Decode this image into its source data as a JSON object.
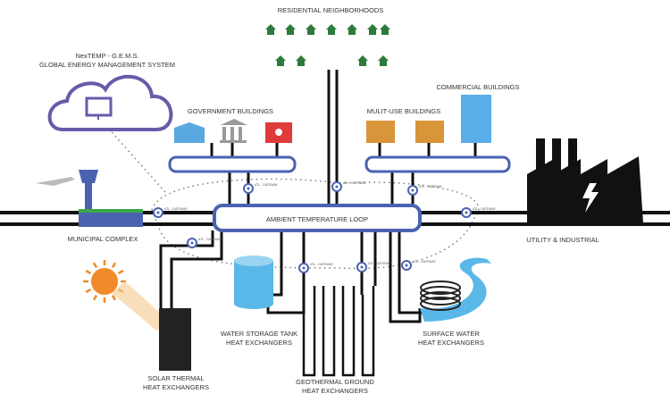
{
  "labels": {
    "residential": "RESIDENTIAL NEIGHBORHOODS",
    "gems_line1": "NexTEMP - G.E.M.S.",
    "gems_line2": "GLOBAL ENERGY MANAGEMENT SYSTEM",
    "government": "GOVERNMENT BUILDINGS",
    "multiuse": "MULIT-USE BUILDINGS",
    "commercial": "COMMERCIAL BUILDINGS",
    "loop": "AMBIENT TEMPERATURE LOOP",
    "municipal": "MUNICIPAL COMPLEX",
    "utility": "UTILITY & INDUSTRIAL",
    "solar_line1": "SOLAR THERMAL",
    "solar_line2": "HEAT EXCHANGERS",
    "tank_line1": "WATER STORAGE TANK",
    "tank_line2": "HEAT EXCHANGERS",
    "geo_line1": "GEOTHERMAL GROUND",
    "geo_line2": "HEAT EXCHANGERS",
    "surface_line1": "SURFACE WATER",
    "surface_line2": "HEAT EXCHANGERS",
    "gateway": "ATL - GATEWAY"
  },
  "colors": {
    "loop_blue": "#4a62b0",
    "cloud_purple": "#6a5aa8",
    "house_green": "#2e7a3c",
    "gov_blue": "#5aa8e0",
    "gov_gray": "#9a9a9a",
    "gov_red": "#e03a3a",
    "multiuse_orange": "#d9953a",
    "commercial_blue": "#5aaee8",
    "sun_orange": "#f08a2a",
    "water_blue": "#5ab8e8"
  }
}
